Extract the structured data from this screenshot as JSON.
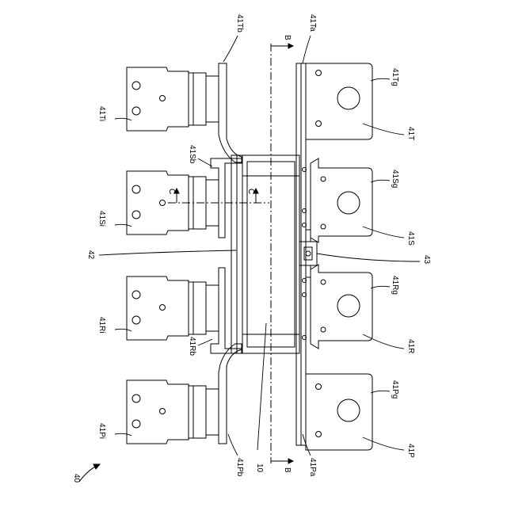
{
  "labels": {
    "tb": "41Tb",
    "ta": "41Ta",
    "section_b_top": "B",
    "section_b_bottom": "B",
    "ti": "41Ti",
    "tg": "41Tg",
    "t": "41T",
    "sb": "41Sb",
    "section_c_left": "C",
    "section_c_right": "C",
    "si": "41Si",
    "sg": "41Sg",
    "s": "41S",
    "n42": "42",
    "n43": "43",
    "ri": "41Ri",
    "rb": "41Rb",
    "rg": "41Rg",
    "r": "41R",
    "pi": "41Pi",
    "pg": "41Pg",
    "p": "41P",
    "n40": "40",
    "pb": "41Pb",
    "n10": "10",
    "pa": "41Pa"
  }
}
